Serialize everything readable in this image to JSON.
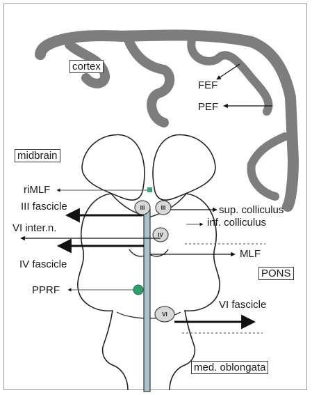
{
  "regions": {
    "cortex": "cortex",
    "midbrain": "midbrain",
    "pons": "PONS",
    "medulla": "med. oblongata"
  },
  "cortical_fields": {
    "fef": "FEF",
    "pef": "PEF"
  },
  "structures": {
    "rimlf": "riMLF",
    "third_fascicle": "III fascicle",
    "sixth_internuclear": "VI inter.n.",
    "fourth_fascicle": "IV fascicle",
    "pprf": "PPRF",
    "sup_colliculus": "sup. colliculus",
    "inf_colliculus": "inf. colliculus",
    "mlf": "MLF",
    "sixth_fascicle": "VI fascicle"
  },
  "nuclei": {
    "third_left": "III",
    "third_right": "III",
    "fourth": "IV",
    "sixth": "VI"
  },
  "colors": {
    "cortex_fill": "#7d7d7d",
    "mlf_tract": "#a9c3cc",
    "pprf_dot": "#2e9e6a",
    "rimlf_marker": "#3aa678",
    "nucleus_fill": "#d8d8d8"
  }
}
